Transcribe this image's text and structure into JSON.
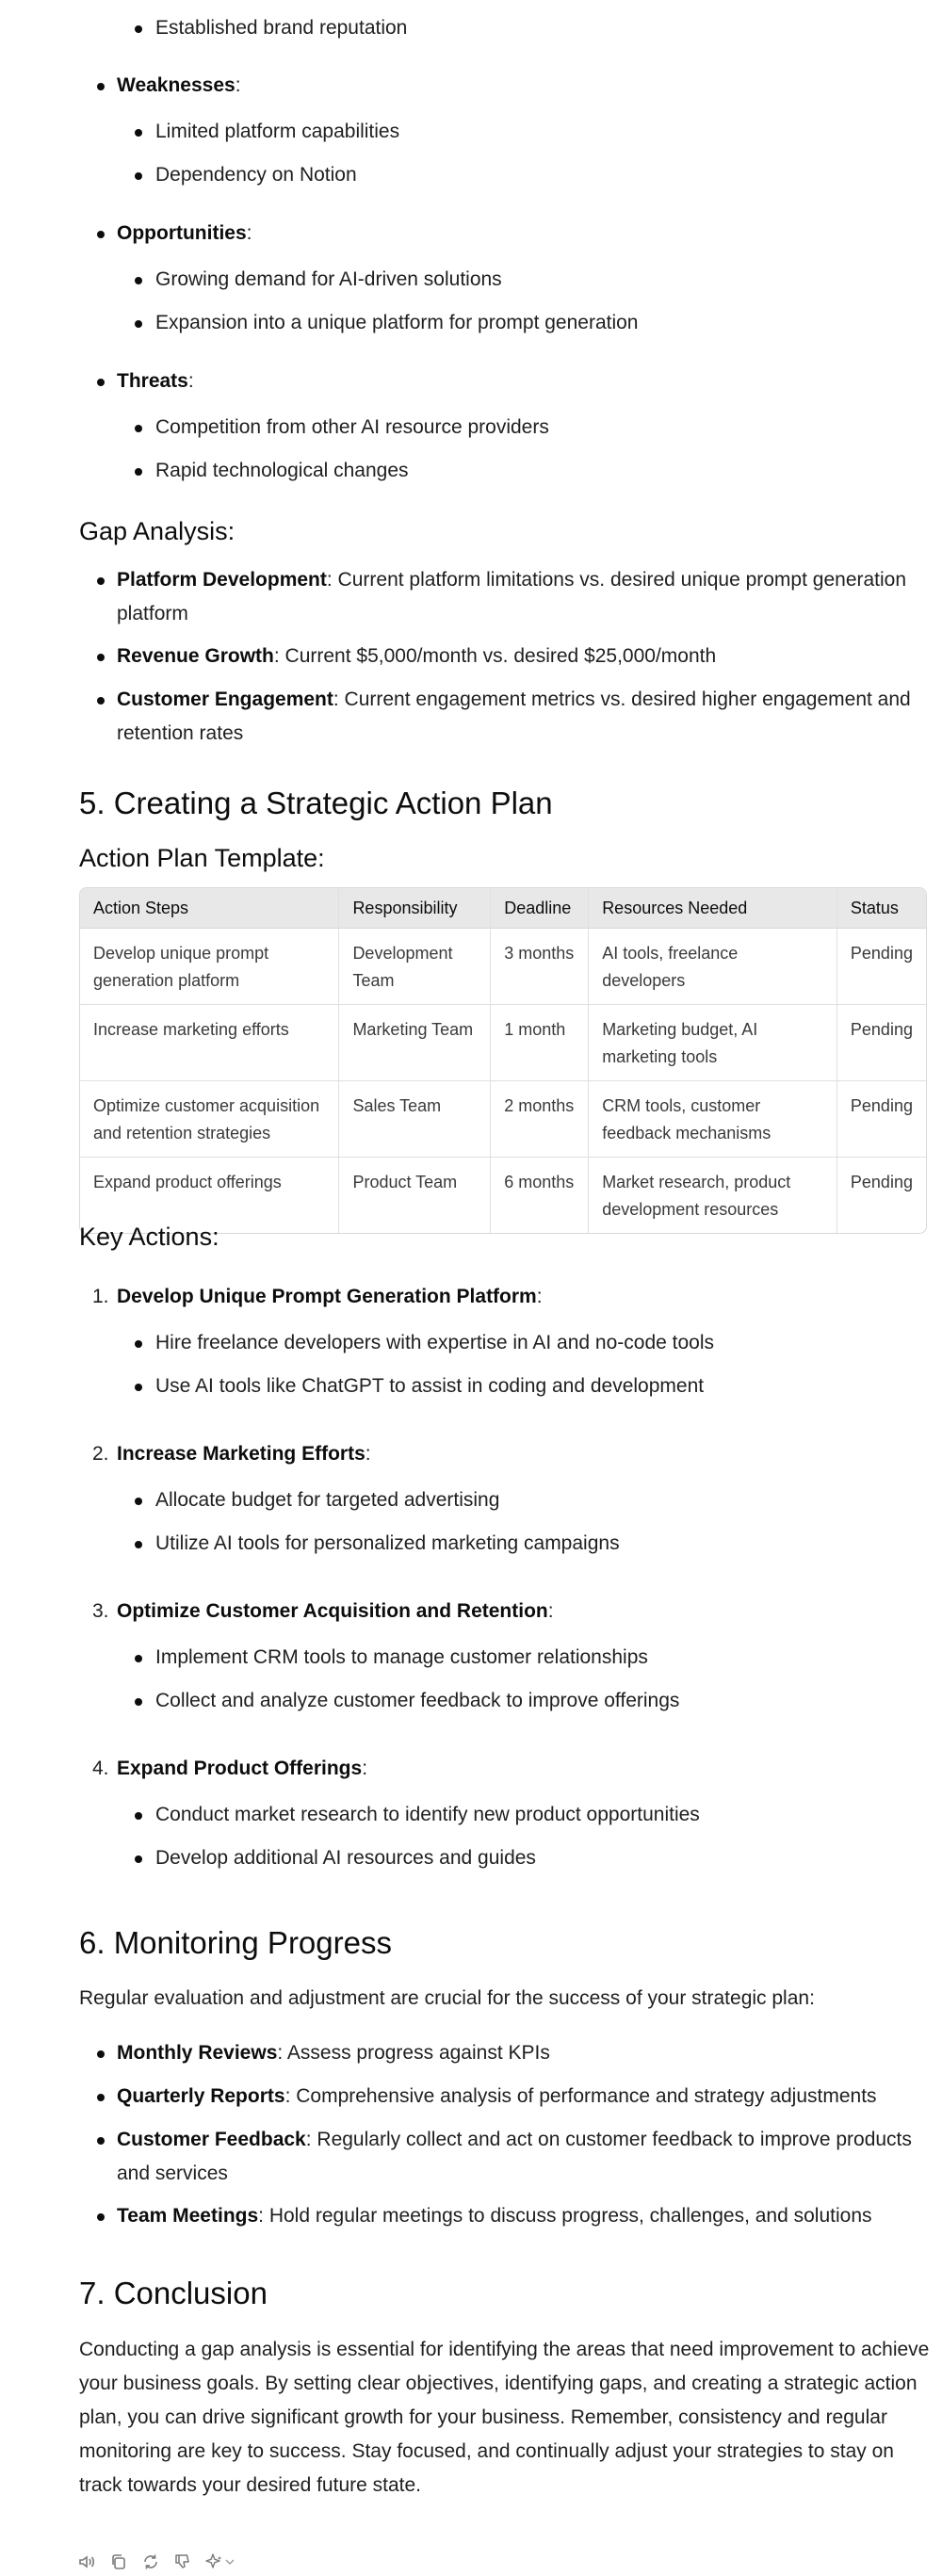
{
  "swot": {
    "strengths_tail": "Established brand reputation",
    "weaknesses_label": "Weaknesses",
    "weaknesses": [
      "Limited platform capabilities",
      "Dependency on Notion"
    ],
    "opportunities_label": "Opportunities",
    "opportunities": [
      "Growing demand for AI-driven solutions",
      "Expansion into a unique platform for prompt generation"
    ],
    "threats_label": "Threats",
    "threats": [
      "Competition from other AI resource providers",
      "Rapid technological changes"
    ]
  },
  "gap": {
    "heading": "Gap Analysis:",
    "items": [
      {
        "label": "Platform Development",
        "text": ": Current platform limitations vs. desired unique prompt generation platform"
      },
      {
        "label": "Revenue Growth",
        "text": ": Current $5,000/month vs. desired $25,000/month"
      },
      {
        "label": "Customer Engagement",
        "text": ": Current engagement metrics vs. desired higher engagement and retention rates"
      }
    ]
  },
  "section5": {
    "heading": "5. Creating a Strategic Action Plan",
    "template_heading": "Action Plan Template:",
    "table": {
      "headers": [
        "Action Steps",
        "Responsibility",
        "Deadline",
        "Resources Needed",
        "Status"
      ],
      "rows": [
        [
          "Develop unique prompt generation platform",
          "Development Team",
          "3 months",
          "AI tools, freelance developers",
          "Pending"
        ],
        [
          "Increase marketing efforts",
          "Marketing Team",
          "1 month",
          "Marketing budget, AI marketing tools",
          "Pending"
        ],
        [
          "Optimize customer acquisition and retention strategies",
          "Sales Team",
          "2 months",
          "CRM tools, customer feedback mechanisms",
          "Pending"
        ],
        [
          "Expand product offerings",
          "Product Team",
          "6 months",
          "Market research, product development resources",
          "Pending"
        ]
      ]
    },
    "key_actions_heading": "Key Actions:",
    "key_actions": [
      {
        "num": "1.",
        "title": "Develop Unique Prompt Generation Platform",
        "items": [
          "Hire freelance developers with expertise in AI and no-code tools",
          "Use AI tools like ChatGPT to assist in coding and development"
        ]
      },
      {
        "num": "2.",
        "title": "Increase Marketing Efforts",
        "items": [
          "Allocate budget for targeted advertising",
          "Utilize AI tools for personalized marketing campaigns"
        ]
      },
      {
        "num": "3.",
        "title": "Optimize Customer Acquisition and Retention",
        "items": [
          "Implement CRM tools to manage customer relationships",
          "Collect and analyze customer feedback to improve offerings"
        ]
      },
      {
        "num": "4.",
        "title": "Expand Product Offerings",
        "items": [
          "Conduct market research to identify new product opportunities",
          "Develop additional AI resources and guides"
        ]
      }
    ]
  },
  "section6": {
    "heading": "6. Monitoring Progress",
    "intro": "Regular evaluation and adjustment are crucial for the success of your strategic plan:",
    "items": [
      {
        "label": "Monthly Reviews",
        "text": ": Assess progress against KPIs"
      },
      {
        "label": "Quarterly Reports",
        "text": ": Comprehensive analysis of performance and strategy adjustments"
      },
      {
        "label": "Customer Feedback",
        "text": ": Regularly collect and act on customer feedback to improve products and services"
      },
      {
        "label": "Team Meetings",
        "text": ": Hold regular meetings to discuss progress, challenges, and solutions"
      }
    ]
  },
  "section7": {
    "heading": "7. Conclusion",
    "body": "Conducting a gap analysis is essential for identifying the areas that need improvement to achieve your business goals. By setting clear objectives, identifying gaps, and creating a strategic action plan, you can drive significant growth for your business. Remember, consistency and regular monitoring are key to success. Stay focused, and continually adjust your strategies to stay on track towards your desired future state."
  },
  "toolbar": {
    "icons": [
      "read-aloud-icon",
      "copy-icon",
      "regenerate-icon",
      "thumbs-down-icon",
      "sparkle-model-icon"
    ]
  }
}
